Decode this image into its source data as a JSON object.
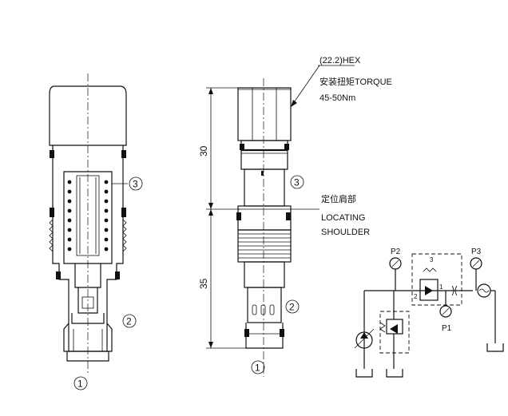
{
  "callouts": {
    "hex": "(22.2)HEX",
    "torque_cn": "安装扭矩TORQUE",
    "torque_value": "45-50Nm",
    "shoulder_cn": "定位肩部",
    "shoulder_line1": "LOCATING",
    "shoulder_line2": "SHOULDER"
  },
  "dimensions": {
    "upper": "30",
    "lower": "35"
  },
  "ports": {
    "port1": "1",
    "port2": "2",
    "port3": "3"
  },
  "schematic": {
    "p1": "P1",
    "p2": "P2",
    "p3": "P3",
    "pos1": "1",
    "pos2": "2",
    "pos3": "3"
  }
}
